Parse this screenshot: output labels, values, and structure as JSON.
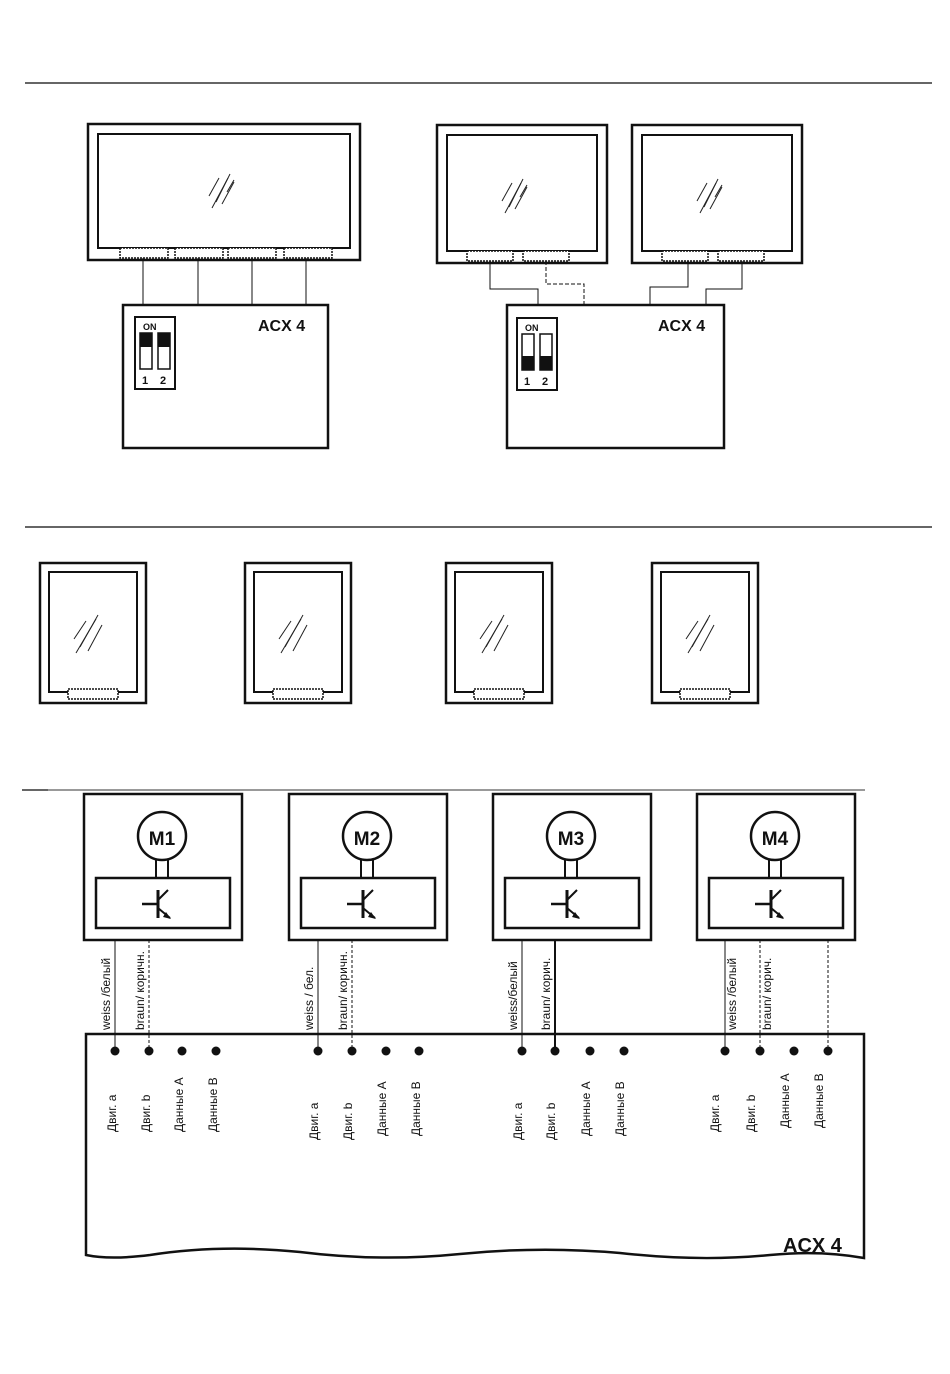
{
  "top_section": {
    "controller_left": {
      "label": "ACX 4",
      "dip_on_label": "ON",
      "switch_1": "1",
      "switch_2": "2"
    },
    "controller_right": {
      "label": "ACX 4",
      "dip_on_label": "ON",
      "switch_1": "1",
      "switch_2": "2"
    }
  },
  "motors": [
    {
      "label": "M1",
      "wire_a": "weiss /белый",
      "wire_b": "braun/ коричн.",
      "terminals": [
        "Двиг. a",
        "Двиг. b",
        "Данные A",
        "Данные B"
      ]
    },
    {
      "label": "M2",
      "wire_a": "weiss / бел.",
      "wire_b": "braun/ коричн.",
      "terminals": [
        "Двиг. a",
        "Двиг. b",
        "Данные A",
        "Данные B"
      ]
    },
    {
      "label": "M3",
      "wire_a": "weiss/белый",
      "wire_b": "braun/ корич.",
      "terminals": [
        "Двиг. a",
        "Двиг. b",
        "Данные A",
        "Данные B"
      ]
    },
    {
      "label": "M4",
      "wire_a": "weiss /белый",
      "wire_b": "braun/ корич.",
      "terminals": [
        "Двиг. a",
        "Двиг. b",
        "Данные A",
        "Данные B"
      ]
    }
  ],
  "bottom_controller": {
    "label": "ACX 4"
  }
}
